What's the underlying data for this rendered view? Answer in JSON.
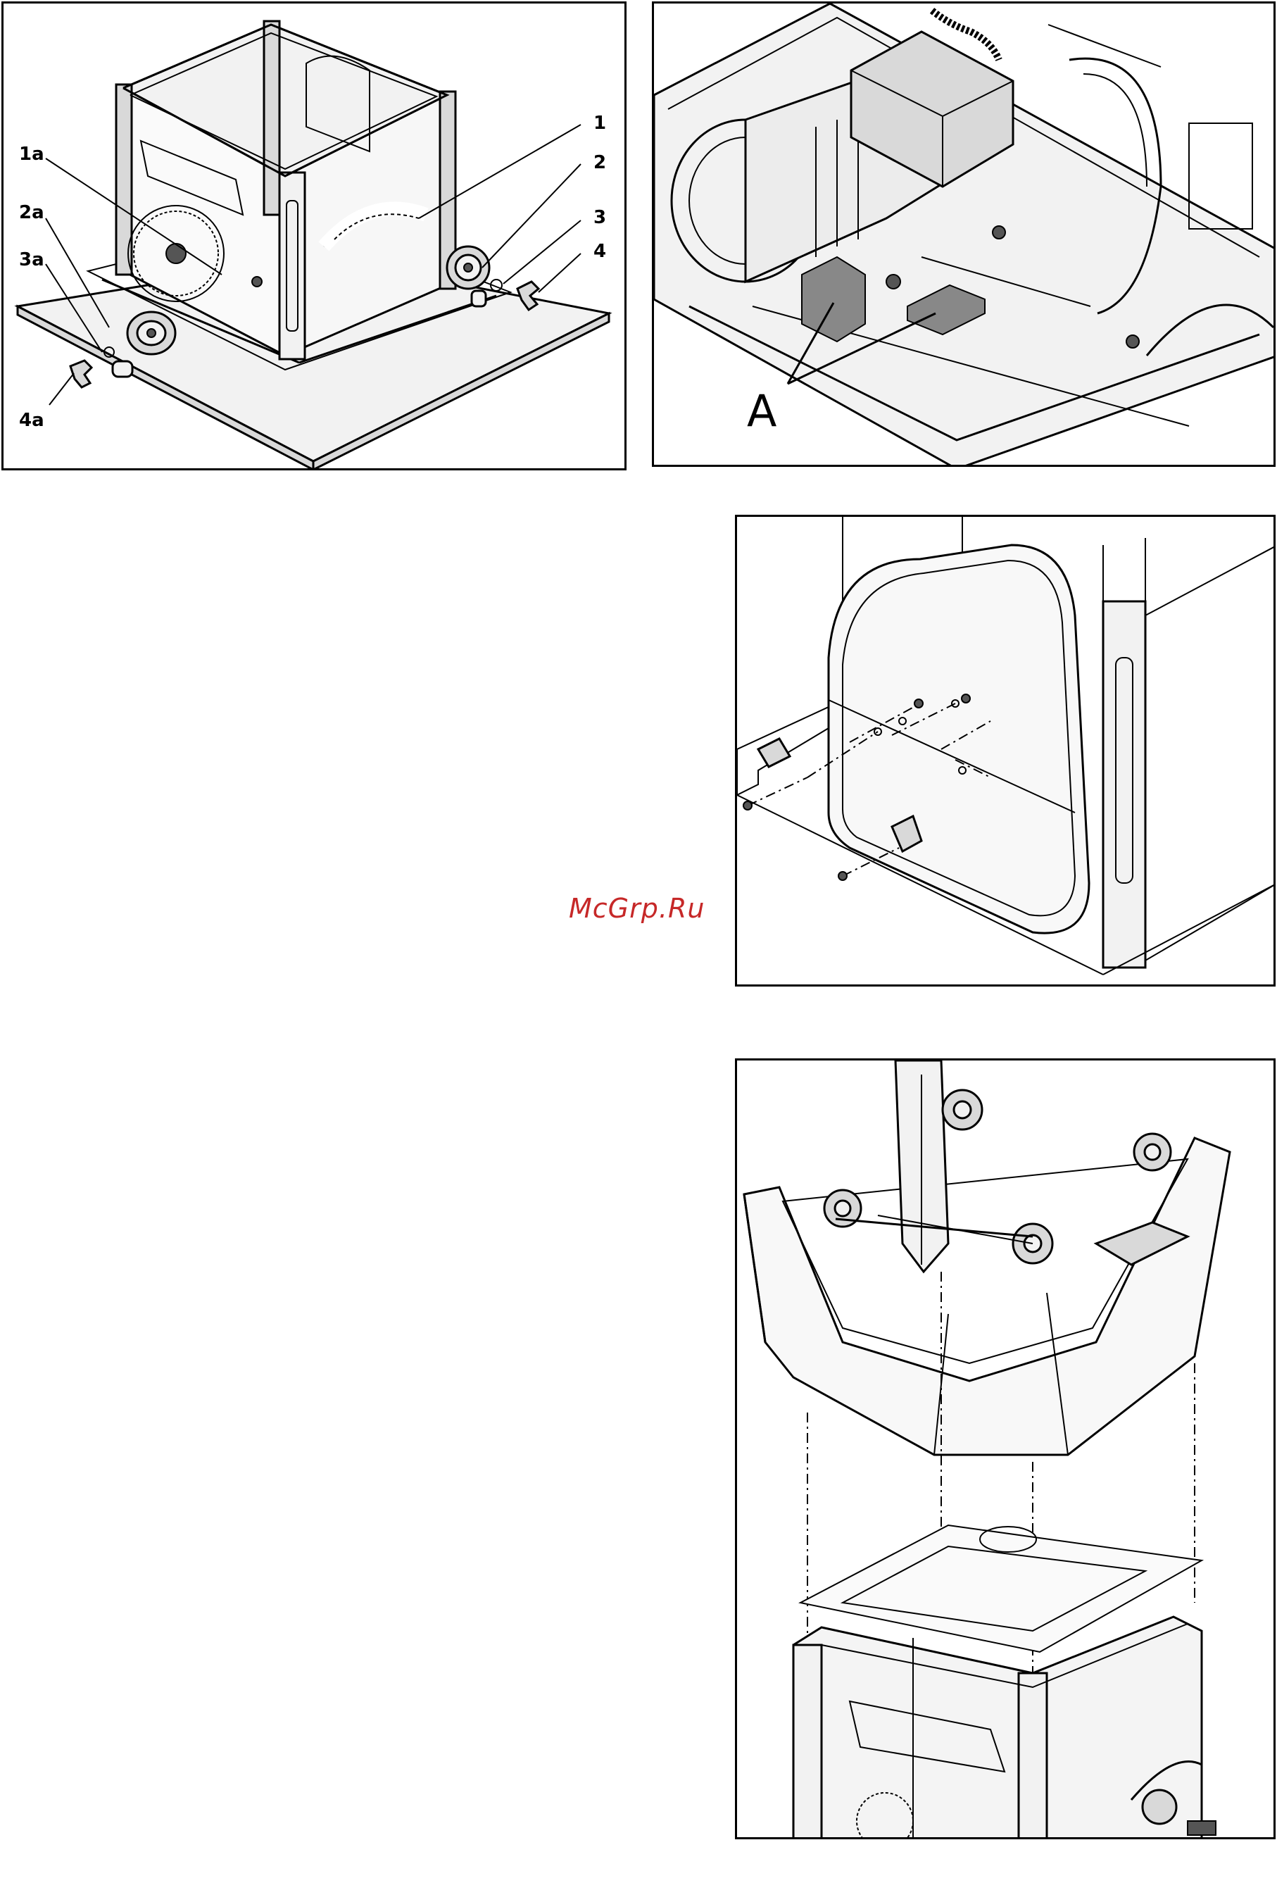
{
  "figures": {
    "fig1": {
      "callouts": [
        "1",
        "1a",
        "2",
        "2a",
        "3",
        "3a",
        "4",
        "4a"
      ]
    },
    "fig2": {
      "callout": "A"
    }
  },
  "watermark": "McGrp.Ru"
}
